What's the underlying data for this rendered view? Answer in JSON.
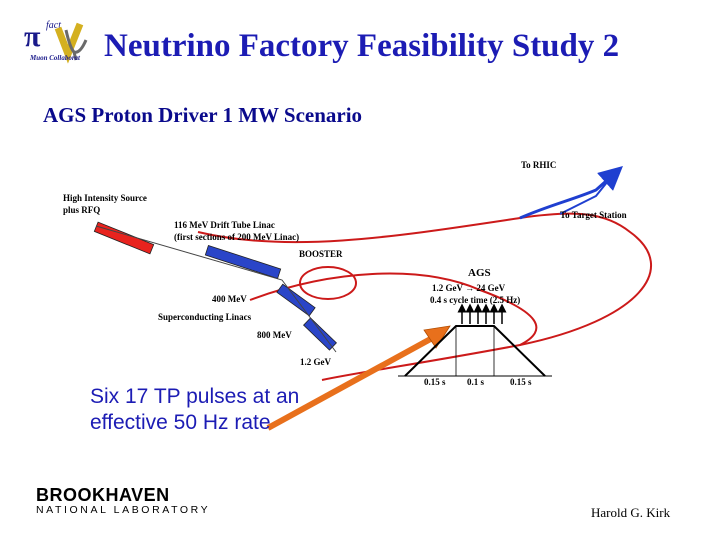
{
  "header": {
    "logo_text": "fact",
    "logo_sub": "Muon Collaborat",
    "title": "Neutrino Factory Feasibility Study 2",
    "subtitle": "AGS Proton Driver 1 MW Scenario"
  },
  "diagram": {
    "labels": {
      "to_rhic": "To RHIC",
      "source_1": "High Intensity Source",
      "source_2": "plus RFQ",
      "to_target": "To Target Station",
      "linac_1": "116 MeV Drift Tube Linac",
      "linac_2": "(first sections of 200 MeV Linac)",
      "booster": "BOOSTER",
      "ags": "AGS",
      "ags_energy": "1.2 GeV → 24 GeV",
      "ags_cycle": "0.4 s cycle time (2.5 Hz)",
      "e400": "400 MeV",
      "sc_linacs": "Superconducting Linacs",
      "e800": "800 MeV",
      "e1200": "1.2 GeV",
      "t1": "0.15 s",
      "t2": "0.1 s",
      "t3": "0.15 s"
    },
    "colors": {
      "magnet_red": "#e8231e",
      "magnet_blue": "#2a45c8",
      "ring_red": "#cc1a1a",
      "arrow_blue": "#1f3fd0",
      "arrow_orange": "#e8701c"
    }
  },
  "note": {
    "line1": "Six 17 TP pulses at an",
    "line2": "effective 50 Hz rate"
  },
  "footer": {
    "lab_name": "BROOKHAVEN",
    "lab_sub": "NATIONAL LABORATORY",
    "author": "Harold G. Kirk"
  }
}
